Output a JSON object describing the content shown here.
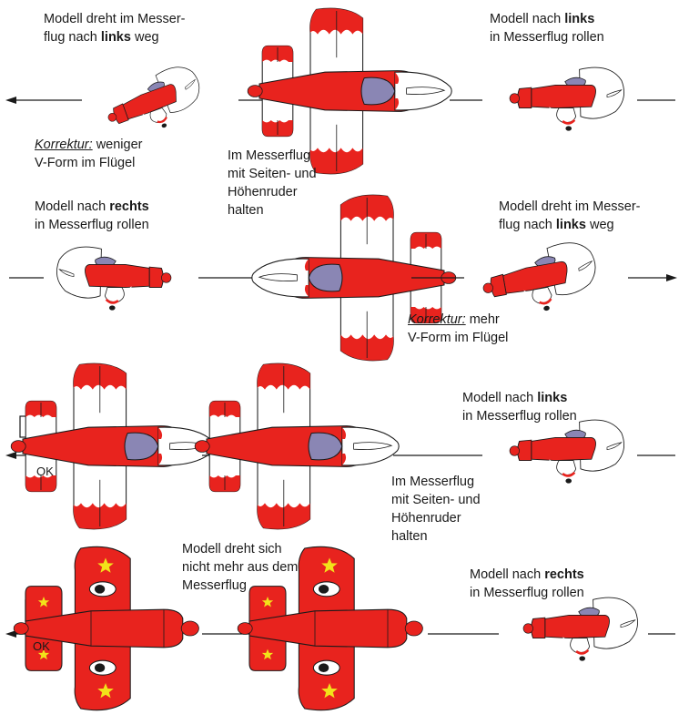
{
  "labels": {
    "r1_left_a": "Modell dreht im Messer-",
    "r1_left_b": "flug nach",
    "r1_left_bold": "links",
    "r1_left_c": "weg",
    "r1_korr": "Korrektur:",
    "r1_korr_a": "weniger",
    "r1_korr_b": "V-Form im Flügel",
    "r1_mid_a": "Im Messerflug",
    "r1_mid_b": "mit Seiten- und",
    "r1_mid_c": "Höhenruder",
    "r1_mid_d": "halten",
    "r1_right_a": "Modell nach",
    "r1_right_bold": "links",
    "r1_right_b": "in Messerflug rollen",
    "r2_left_a": "Modell nach",
    "r2_left_bold": "rechts",
    "r2_left_b": "in Messerflug rollen",
    "r2_right_a": "Modell dreht im Messer-",
    "r2_right_b": "flug nach",
    "r2_right_bold": "links",
    "r2_right_c": "weg",
    "r2_korr": "Korrektur:",
    "r2_korr_a": "mehr",
    "r2_korr_b": "V-Form im Flügel",
    "r3_right_a": "Modell nach",
    "r3_right_bold": "links",
    "r3_right_b": "in Messerflug rollen",
    "r3_mid_a": "Im Messerflug",
    "r3_mid_b": "mit Seiten- und",
    "r3_mid_c": "Höhenruder",
    "r3_mid_d": "halten",
    "r3_ok": "OK",
    "r4_mid_a": "Modell dreht sich",
    "r4_mid_b": "nicht mehr aus dem",
    "r4_mid_c": "Messerflug",
    "r4_right_a": "Modell nach",
    "r4_right_bold": "rechts",
    "r4_right_b": "in Messerflug rollen",
    "r4_ok": "OK"
  },
  "colors": {
    "plane_red": "#e8231e",
    "canopy": "#8a86b4",
    "outline": "#1a1a1a",
    "star": "#f2e21a"
  },
  "icons": [
    "airplane-icon",
    "thumbs-up-icon",
    "arrow-left-icon",
    "arrow-right-icon",
    "star-icon"
  ]
}
